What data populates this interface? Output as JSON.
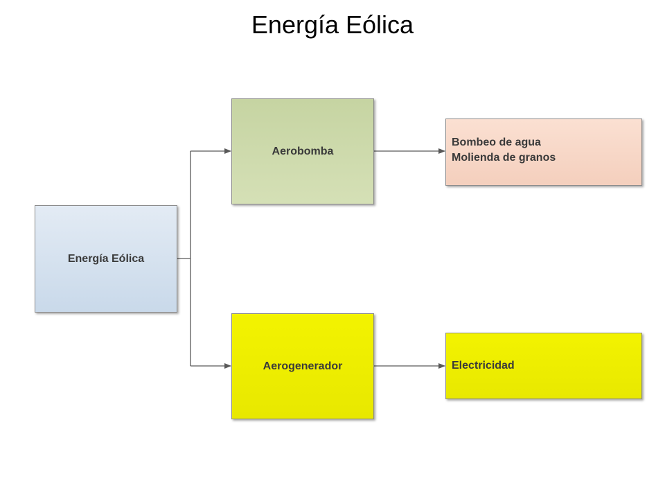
{
  "title": "Energía Eólica",
  "diagram": {
    "source_label": "Energía Eólica",
    "branches": [
      {
        "device_label": "Aerobomba",
        "device_color": "#d5e0b6",
        "uses": [
          "Bombeo de agua",
          "Molienda de granos"
        ],
        "uses_color": "#f4cfbd"
      },
      {
        "device_label": "Aerogenerador",
        "device_color": "#f0f000",
        "uses": [
          "Electricidad"
        ],
        "uses_color": "#f0f000"
      }
    ],
    "source_color": "#d5e1ee",
    "connector_color": "#595959"
  }
}
